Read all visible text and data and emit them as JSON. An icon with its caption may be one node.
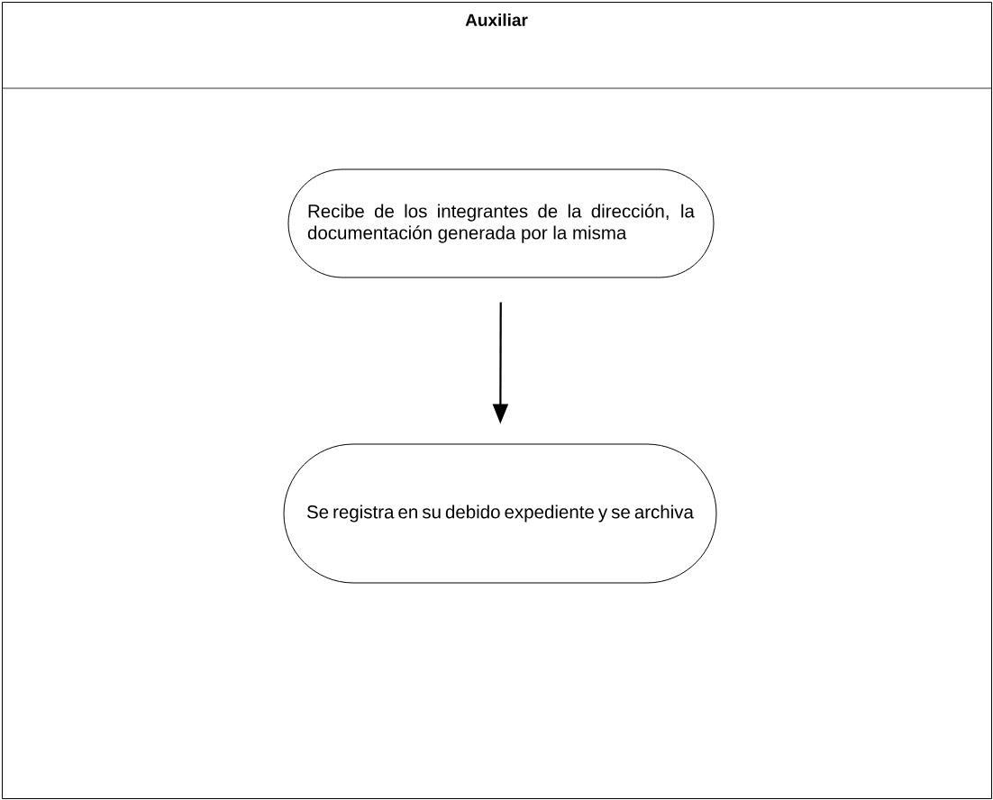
{
  "diagram": {
    "nodes": [
      {
        "text": [
          "Auxiliar"
        ]
      },
      {
        "text": [
          "Recibe de los integrantes de la dirección, la documentación generada por la misma"
        ],
        "in": 0
      },
      {
        "text": [
          "Se registra en su debido expediente y se archiva"
        ],
        "in": 0
      }
    ],
    "edges": [
      {
        "from": 1,
        "to": 2,
        "arrow": "to"
      }
    ]
  }
}
